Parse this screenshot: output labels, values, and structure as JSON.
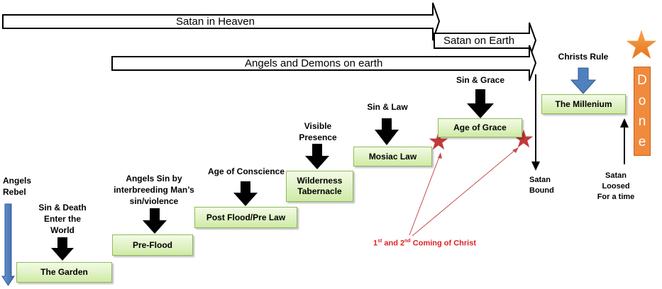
{
  "banners": {
    "heaven": "Satan in Heaven",
    "earth": "Satan on Earth",
    "angels": "Angels and Demons on earth"
  },
  "labels": {
    "angels_rebel": "Angels Rebel",
    "sin_death": "Sin & Death Enter the World",
    "angels_sin": "Angels Sin by interbreeding Man’s sin/violence",
    "conscience": "Age of Conscience",
    "visible": "Visible Presence",
    "sin_law": "Sin & Law",
    "sin_grace": "Sin & Grace",
    "christs_rule": "Christs Rule",
    "satan_bound": "Satan Bound",
    "satan_loosed": "Satan Loosed For a time",
    "coming_1": "1",
    "coming_1_sup": "st",
    "coming_and": " and  2",
    "coming_2_sup": "nd",
    "coming_rest": " Coming of Christ"
  },
  "boxes": {
    "garden": "The Garden",
    "preflood": "Pre-Flood",
    "postflood": "Post Flood/Pre Law",
    "wilderness": "Wilderness Tabernacle",
    "mosiac": "Mosiac Law",
    "grace": "Age of Grace",
    "millenium": "The Millenium"
  },
  "done": [
    "D",
    "o",
    "n",
    "e"
  ],
  "colors": {
    "box_fill": "#d4ecad",
    "box_border": "#8fbc5a",
    "star_red": "#c0393b",
    "star_orange": "#f07f1c",
    "blue_arrow": "#4f7fbd",
    "done_fill": "#f08a3c",
    "caption_red": "#e02020"
  }
}
